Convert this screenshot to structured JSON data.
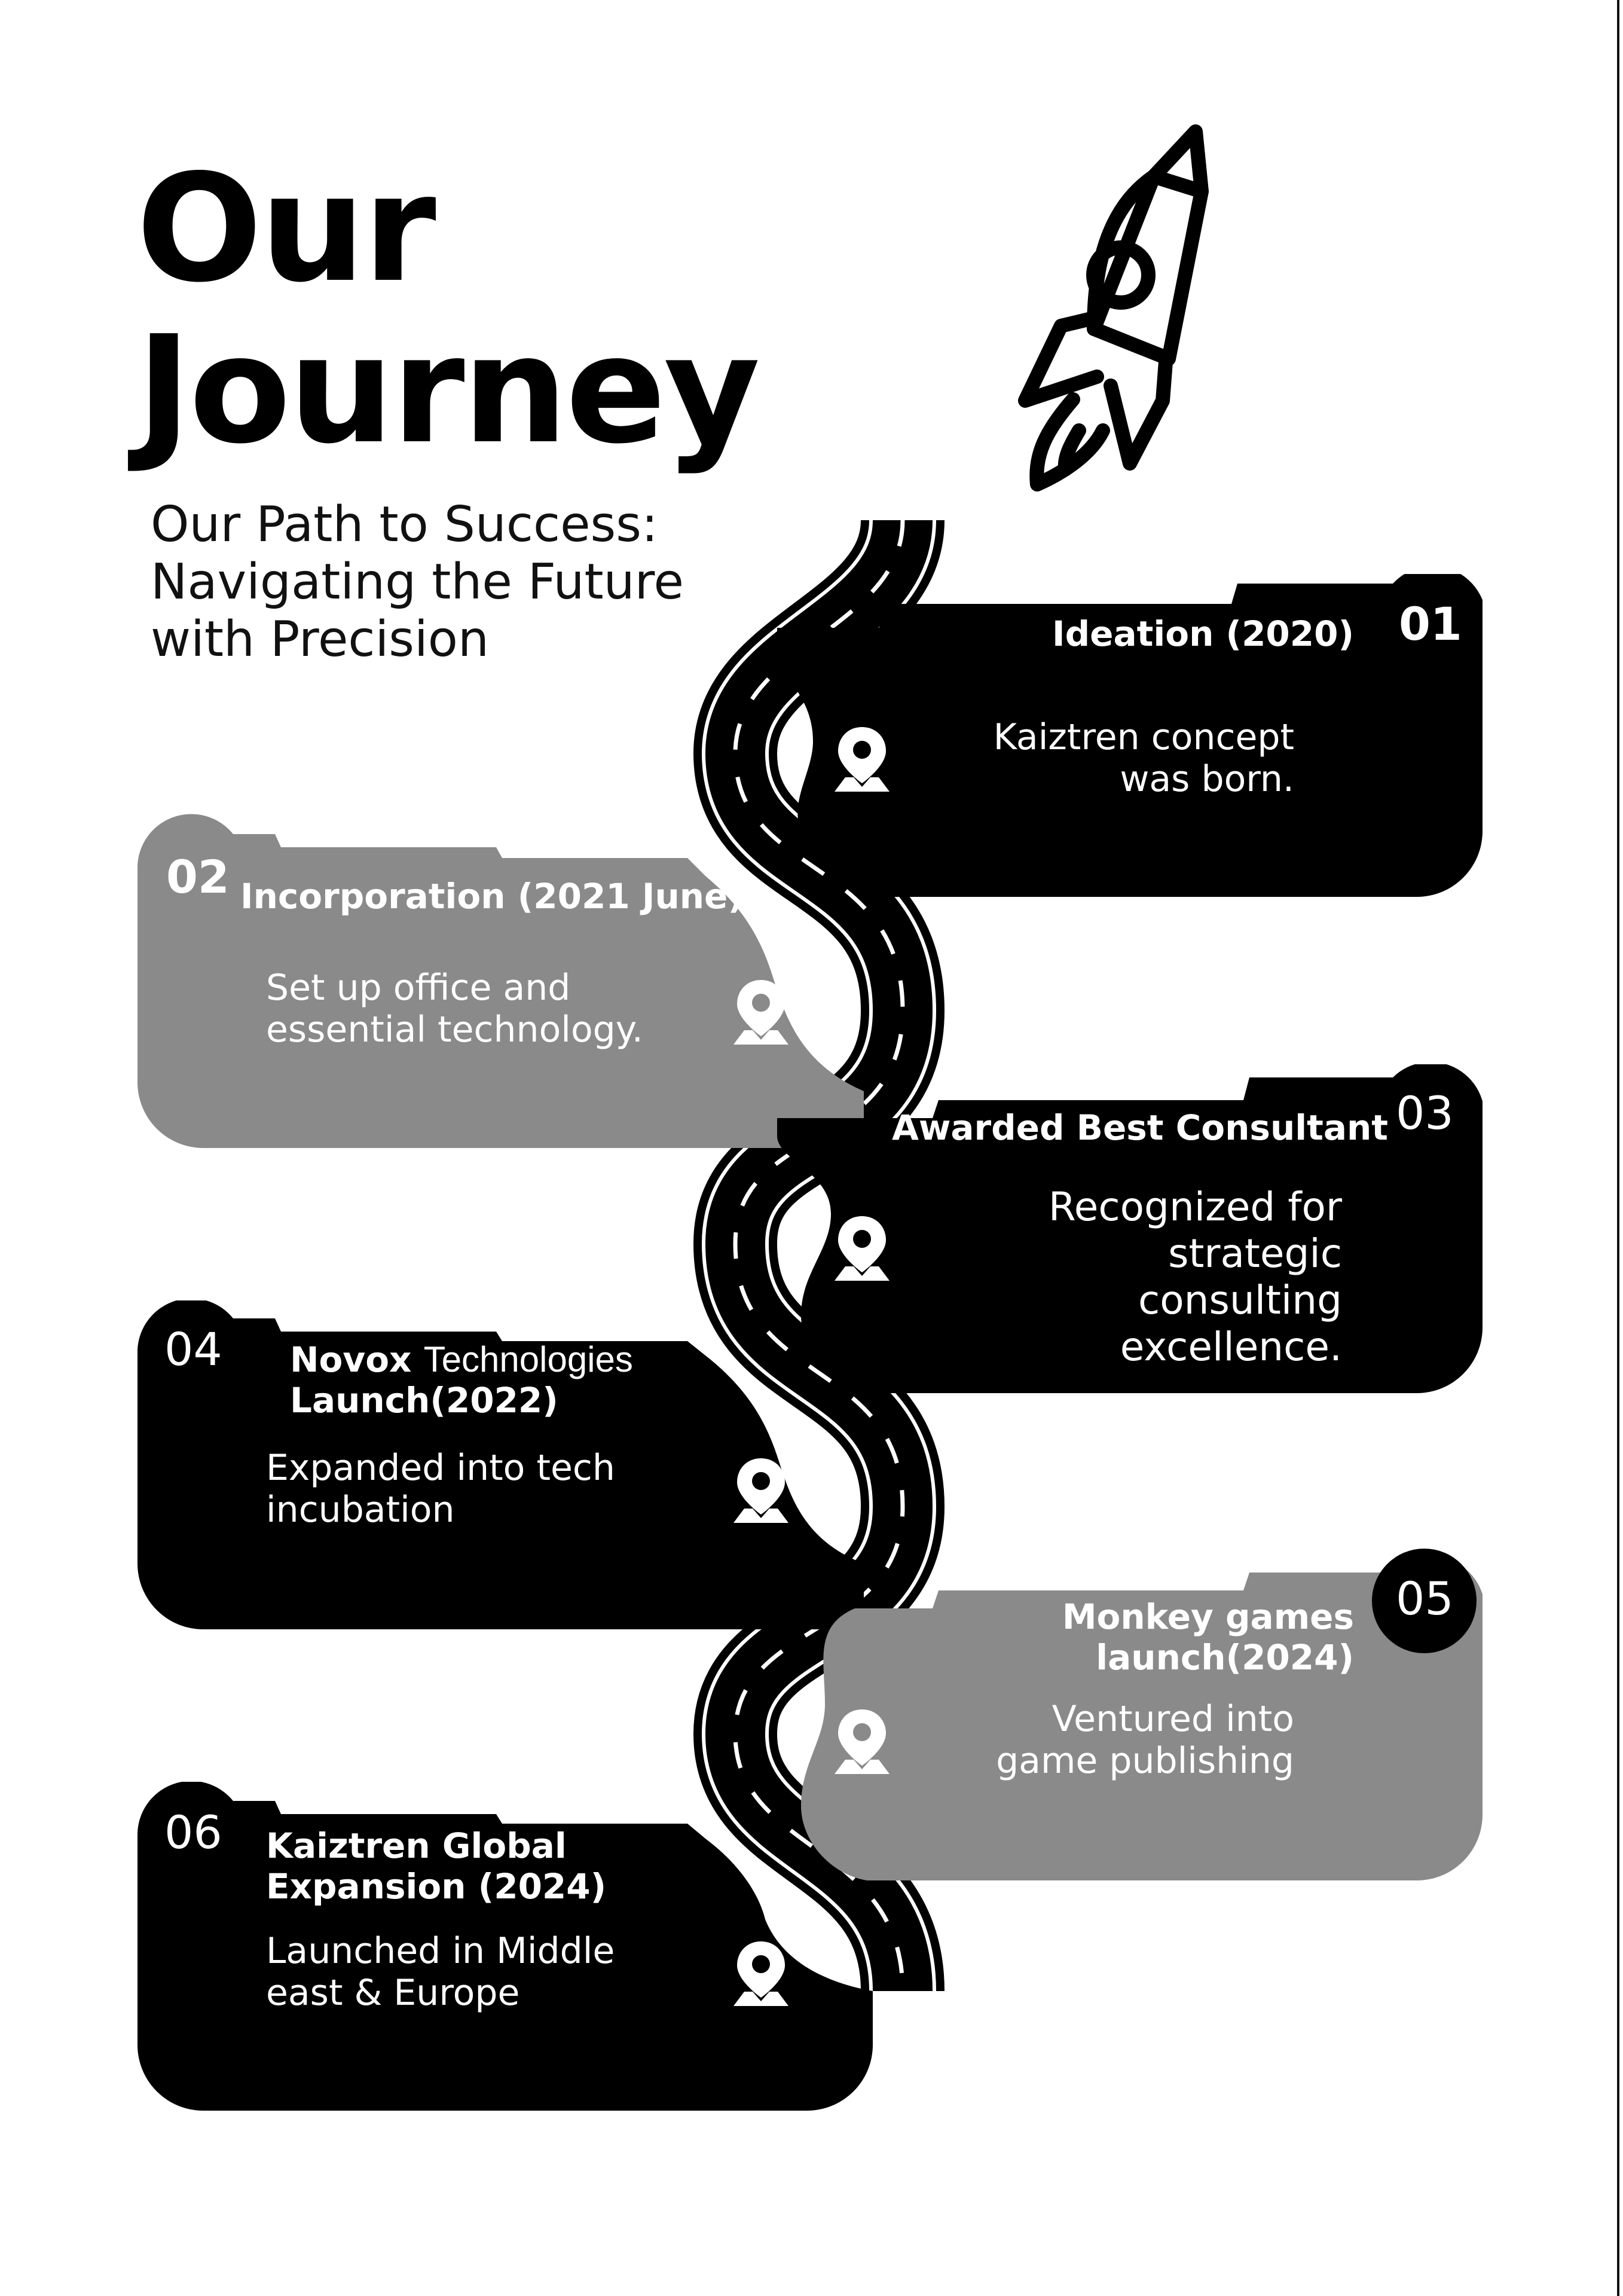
{
  "title_line1": "Our",
  "title_line2": "Journey",
  "subtitle": "Our Path to Success: Navigating the Future with Precision",
  "colors": {
    "dark": "#000000",
    "gray": "#8a8a8a",
    "background": "#ffffff"
  },
  "milestones": [
    {
      "number": "01",
      "heading": "Ideation (2020)",
      "description": "Kaiztren concept was born.",
      "style": "dark",
      "icon": "location-pin-icon"
    },
    {
      "number": "02",
      "heading": "Incorporation (2021 June)",
      "description": "Set up office and essential technology.",
      "style": "gray",
      "icon": "location-pin-icon"
    },
    {
      "number": "03",
      "heading": "Awarded Best Consultant",
      "description": "Recognized for strategic consulting excellence.",
      "style": "dark",
      "icon": "location-pin-icon"
    },
    {
      "number": "04",
      "heading_line1_bold": "Novox",
      "heading_line1_rest": "Technologies",
      "heading_line2": "Launch(2022)",
      "description": "Expanded into tech incubation",
      "style": "dark",
      "icon": "location-pin-icon"
    },
    {
      "number": "05",
      "heading_line1": "Monkey games",
      "heading_line2": "launch(2024)",
      "description": "Ventured into game publishing",
      "style": "gray",
      "icon": "location-pin-icon"
    },
    {
      "number": "06",
      "heading_line1": "Kaiztren Global",
      "heading_line2": "Expansion (2024)",
      "description": "Launched in Middle east & Europe",
      "style": "dark",
      "icon": "location-pin-icon"
    }
  ],
  "decoration": {
    "rocket_icon": "rocket-icon",
    "road": "winding-road"
  }
}
